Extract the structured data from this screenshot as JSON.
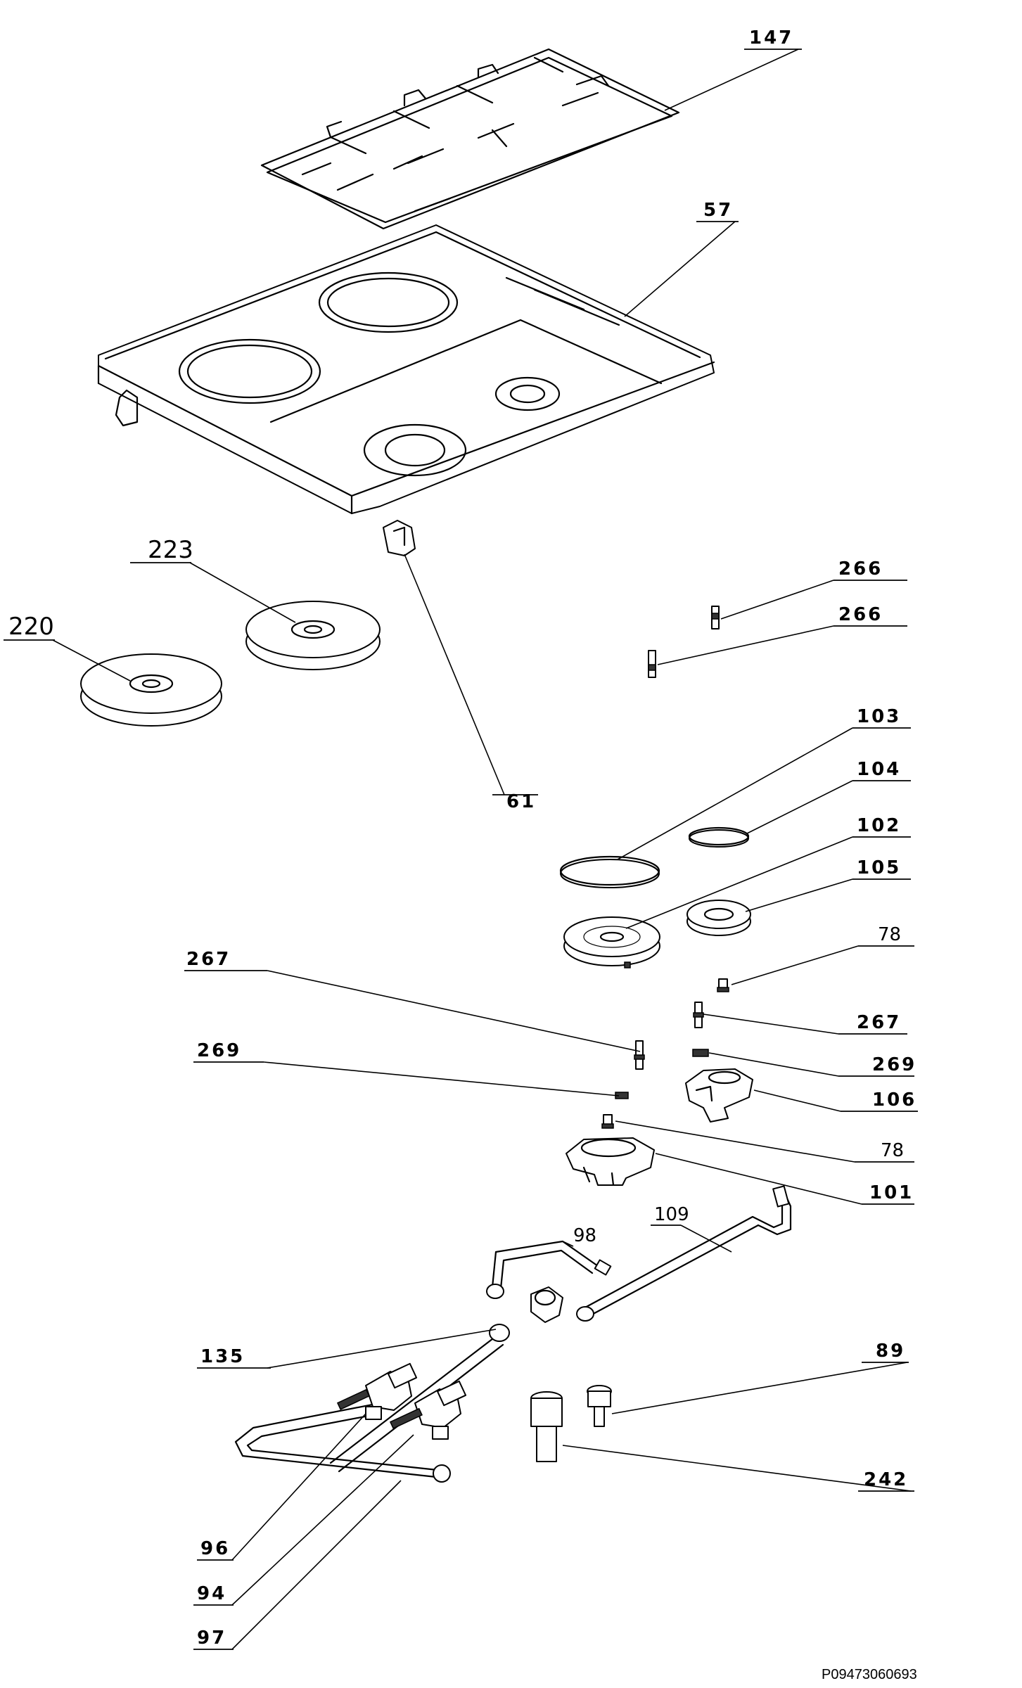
{
  "labels": {
    "l147": "147",
    "l57": "57",
    "l223": "223",
    "l220": "220",
    "l61": "61",
    "l266a": "266",
    "l266b": "266",
    "l103": "103",
    "l104": "104",
    "l102": "102",
    "l105": "105",
    "l78a": "78",
    "l267a": "267",
    "l267b": "267",
    "l269a": "269",
    "l269b": "269",
    "l106": "106",
    "l78b": "78",
    "l101": "101",
    "l109": "109",
    "l98": "98",
    "l135": "135",
    "l89": "89",
    "l242": "242",
    "l96": "96",
    "l94": "94",
    "l97": "97"
  },
  "reference_code": "P09473060693"
}
